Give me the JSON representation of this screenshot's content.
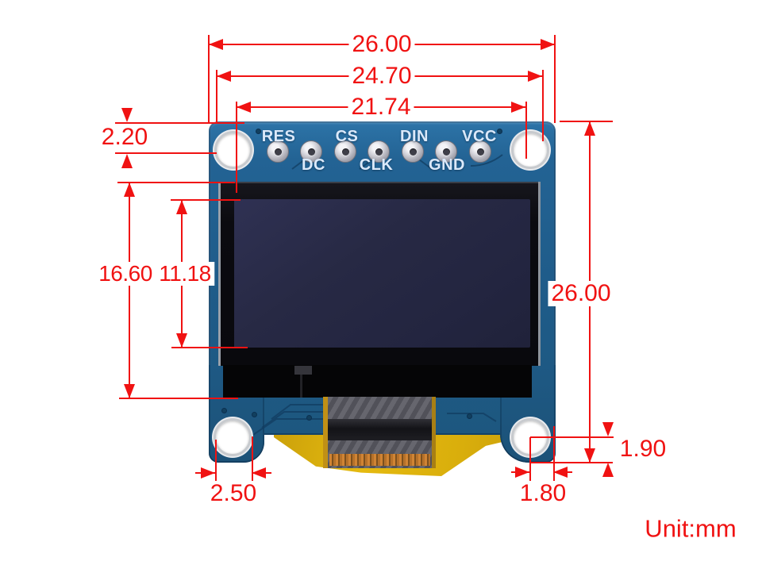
{
  "unit_label": "Unit:mm",
  "pins": {
    "top": [
      "RES",
      "CS",
      "DIN",
      "VCC"
    ],
    "bottom": [
      "DC",
      "CLK",
      "GND"
    ]
  },
  "dims": {
    "overall_width": "26.00",
    "hole_edge_width": "24.70",
    "pin_row_width": "21.74",
    "top_hole_offset": "2.20",
    "panel_height": "16.60",
    "active_area_height": "11.18",
    "overall_height": "26.00",
    "bottom_hole_offset": "1.90",
    "hole_diameter": "2.50",
    "side_hole_offset": "1.80"
  },
  "colors": {
    "annotation_red": "#f01212",
    "pcb_blue": "#1f5c8a",
    "flex_yellow": "#e0b10d",
    "glass_black": "#0b0b10",
    "active_navy": "#272944",
    "silkscreen_text": "#dbe9fa"
  }
}
